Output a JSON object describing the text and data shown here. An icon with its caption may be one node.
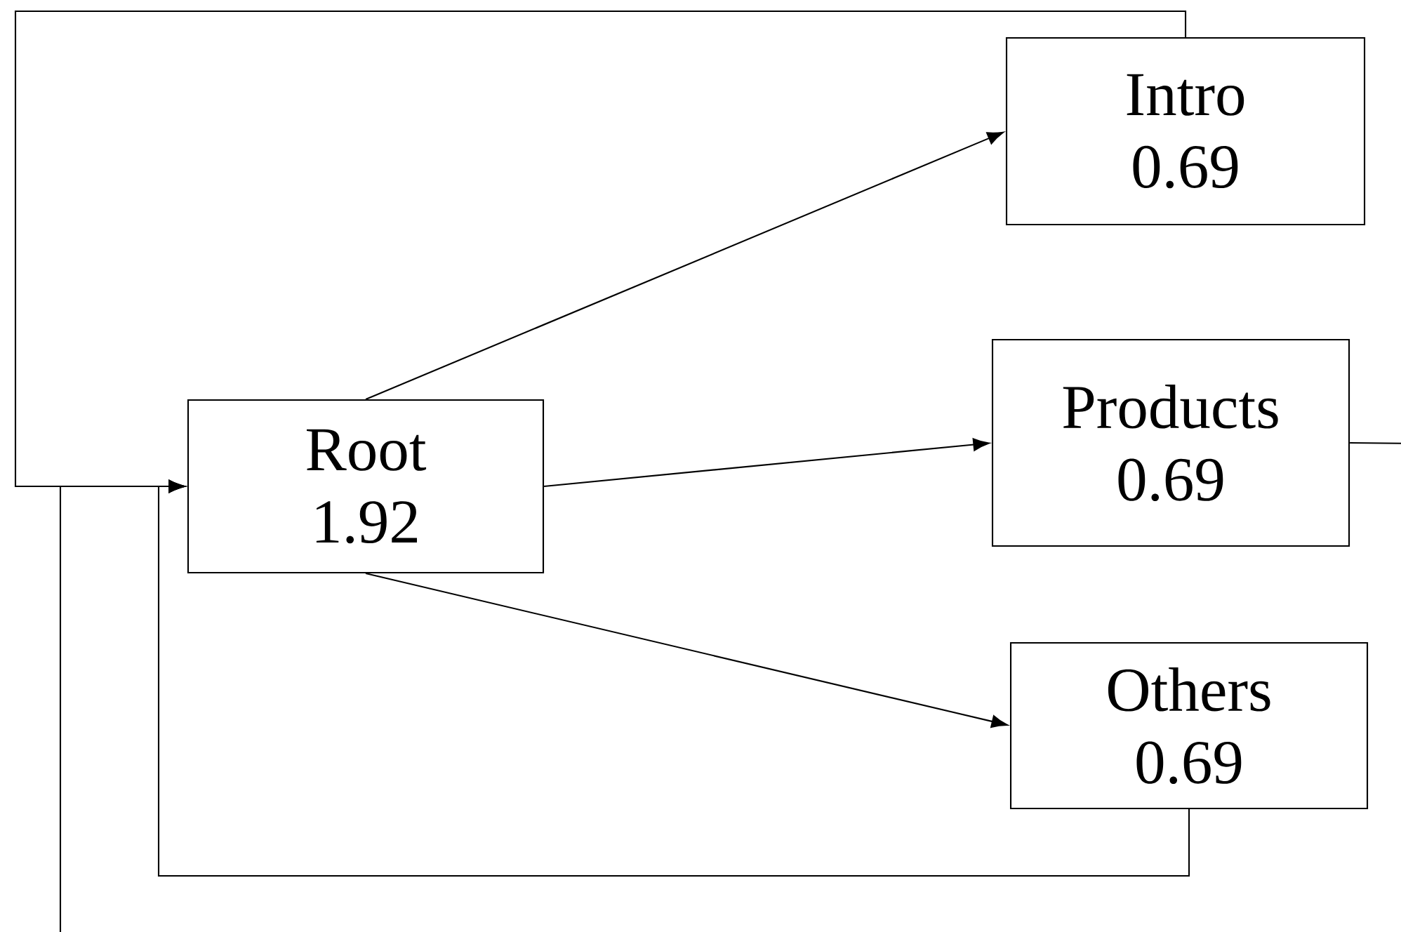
{
  "diagram": {
    "nodes": [
      {
        "text": [
          "Root",
          "1.92"
        ]
      },
      {
        "text": [
          "Intro",
          "0.69"
        ]
      },
      {
        "text": [
          "Products",
          "0.69"
        ]
      },
      {
        "text": [
          "Others",
          "0.69"
        ]
      }
    ],
    "edges": [
      {
        "from": 0,
        "to": 1,
        "arrow": "to"
      },
      {
        "from": 0,
        "to": 2,
        "arrow": "to"
      },
      {
        "from": 0,
        "to": 3,
        "arrow": "to"
      },
      {
        "from": 1,
        "to": 0,
        "arrow": "to"
      },
      {
        "from": 2,
        "to": 0,
        "arrow": "to"
      },
      {
        "from": 3,
        "to": 0,
        "arrow": "to"
      }
    ]
  }
}
